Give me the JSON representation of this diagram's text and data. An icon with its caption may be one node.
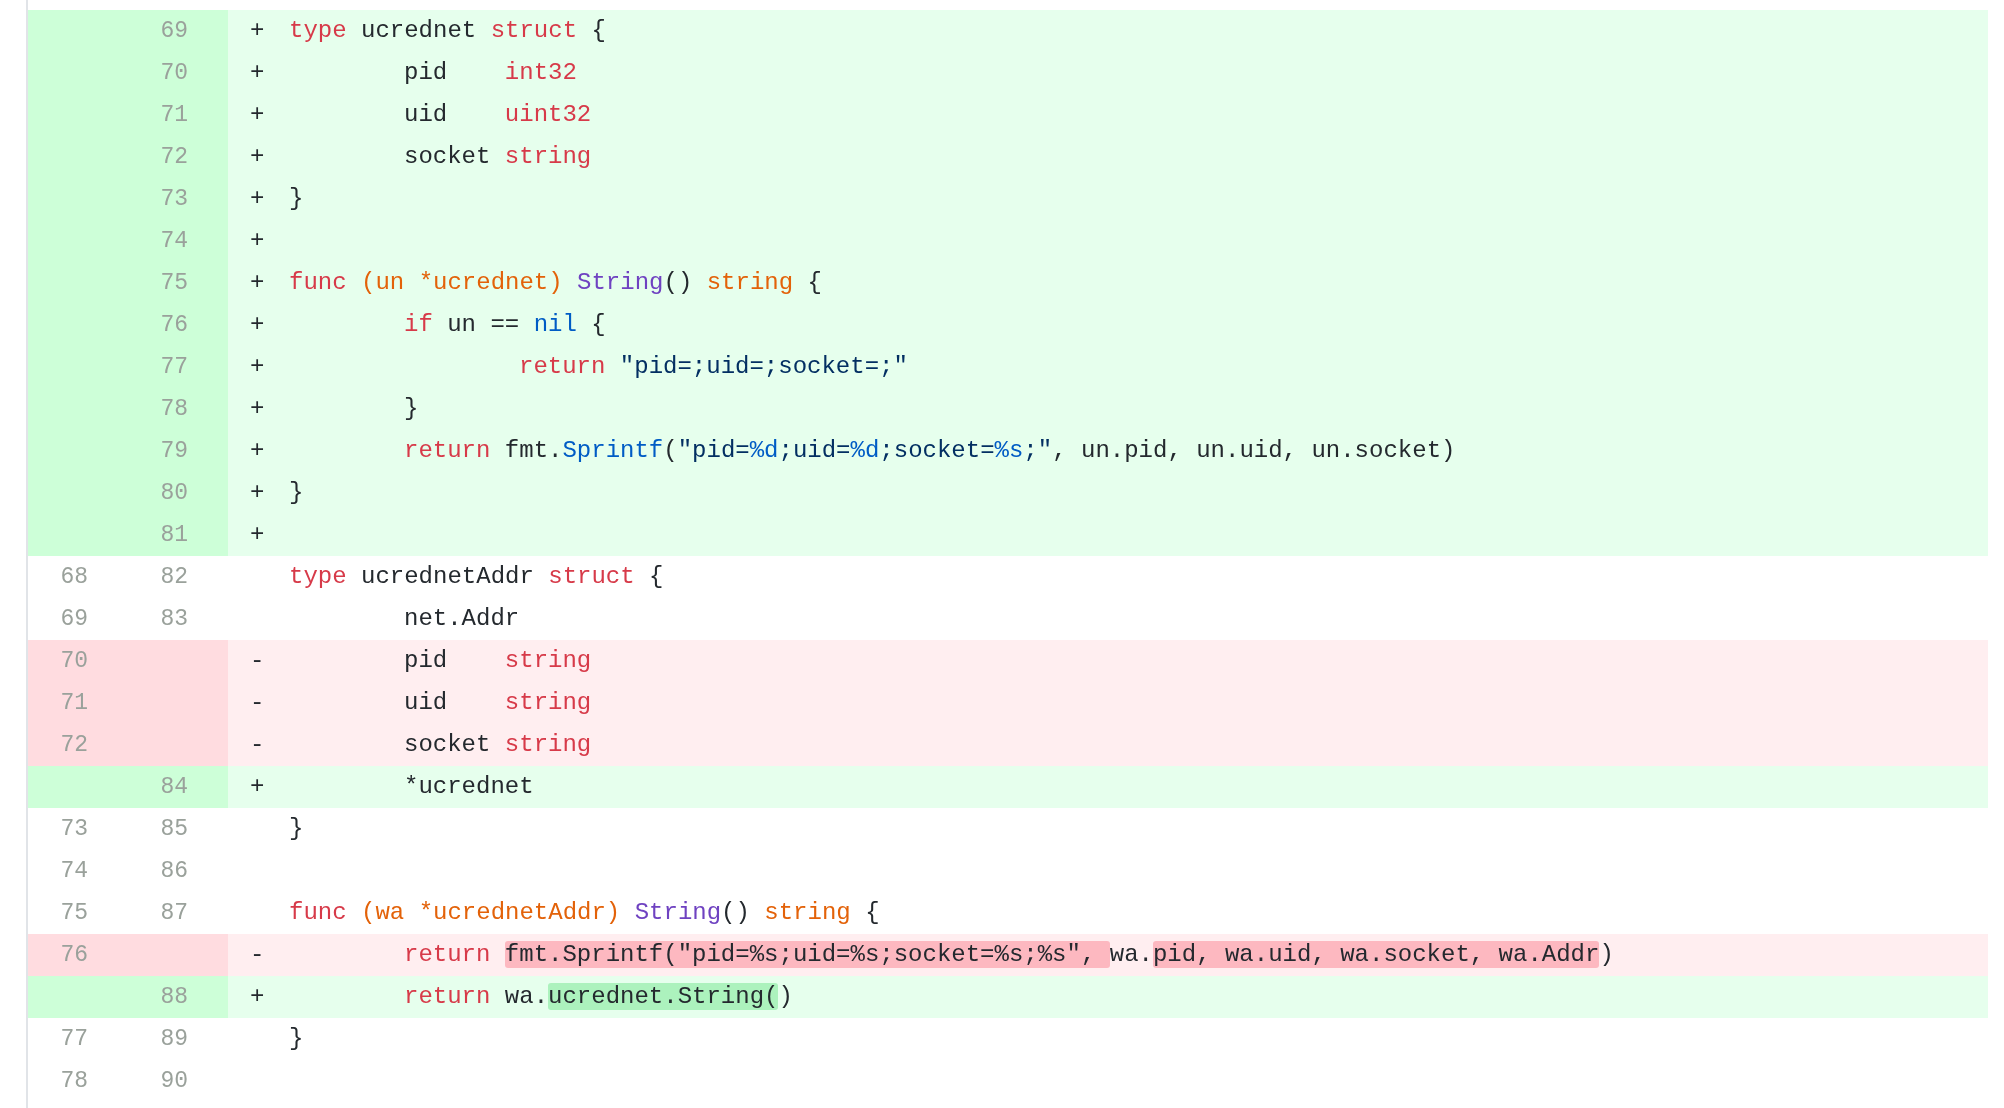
{
  "diagram": {
    "labels": [
      "69",
      "+",
      "type ucrednet struct {",
      "70",
      "+",
      "pid    int32",
      "71",
      "+",
      "uid    uint32",
      "72",
      "+",
      "socket string",
      "73",
      "+",
      "}",
      "74",
      "+",
      "75",
      "+",
      "func (un *ucrednet) String() string {",
      "76",
      "+",
      "if un == nil {",
      "77",
      "+",
      "return \"pid=;uid=;socket=;\"",
      "78",
      "+",
      "}",
      "79",
      "+",
      "return fmt.Sprintf(\"pid=%d;uid=%d;socket=%s;\", un.pid, un.uid, un.socket)",
      "80",
      "+",
      "}",
      "81",
      "+",
      "68",
      "82",
      "type ucrednetAddr struct {",
      "69",
      "83",
      "net.Addr",
      "70",
      "-",
      "pid    string",
      "71",
      "-",
      "uid    string",
      "72",
      "-",
      "socket string",
      "84",
      "+",
      "*ucrednet",
      "73",
      "85",
      "}",
      "74",
      "86",
      "75",
      "87",
      "func (wa *ucrednetAddr) String() string {",
      "76",
      "-",
      "return fmt.Sprintf(\"pid=%s;uid=%s;socket=%s;%s\", wa.pid, wa.uid, wa.socket, wa.Addr)",
      "88",
      "+",
      "return wa.ucrednet.String()",
      "77",
      "89",
      "}",
      "78",
      "90"
    ]
  }
}
